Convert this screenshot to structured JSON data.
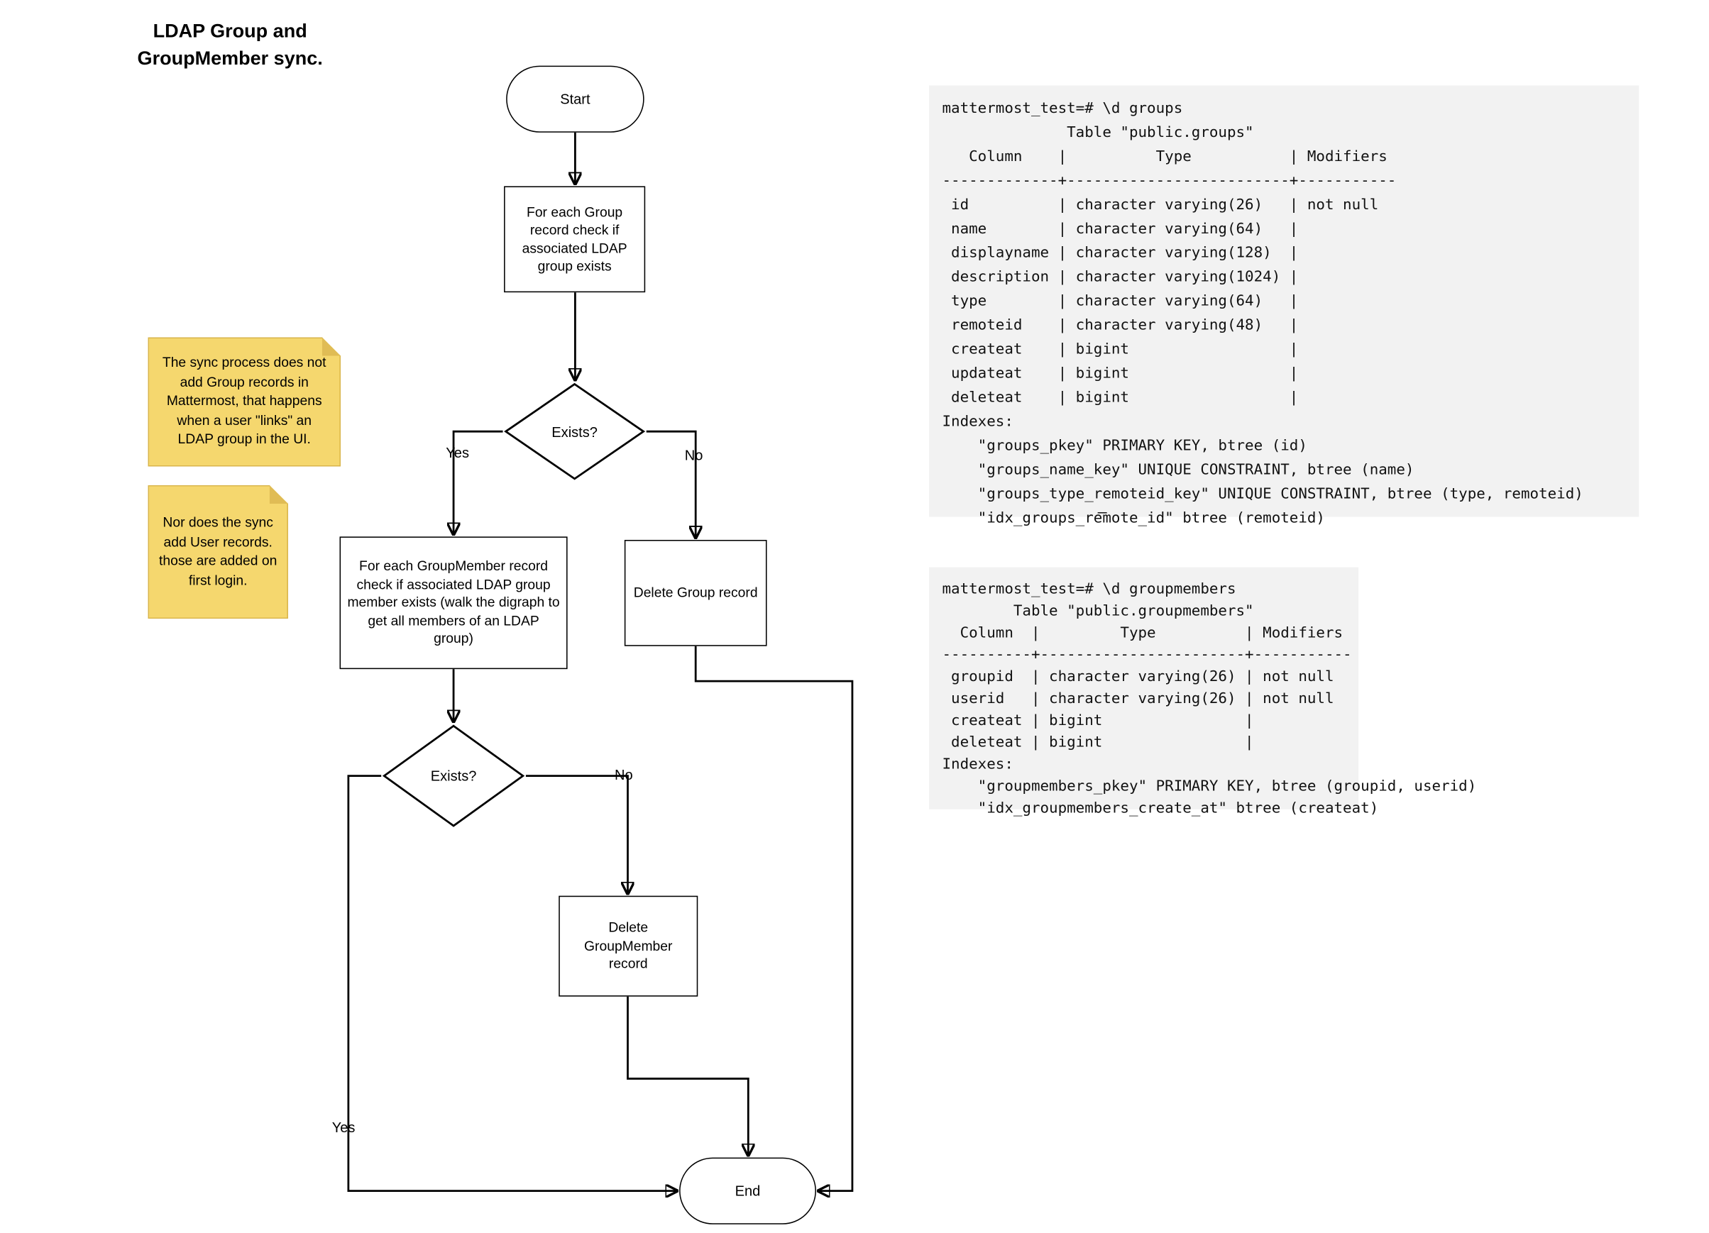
{
  "title": {
    "lines": [
      "LDAP Group and",
      "GroupMember sync."
    ]
  },
  "colors": {
    "ink": "#000000",
    "line": "#000000",
    "node-bg": "#FFFFFF",
    "note-bg": "#F5D76E",
    "note-fold": "#E0BC55",
    "note-border": "#D8B44A",
    "console-bg": "#F2F2F2"
  },
  "flowchart": {
    "nodes": {
      "start": {
        "label": "Start"
      },
      "check_group": {
        "label": "For each Group record check if associated LDAP group exists"
      },
      "exists1": {
        "label": "Exists?"
      },
      "check_groupmember": {
        "label": "For each GroupMember record check if associated LDAP group member exists (walk the digraph to get all members of an LDAP group)"
      },
      "delete_group": {
        "label": "Delete Group record"
      },
      "exists2": {
        "label": "Exists?"
      },
      "delete_groupmember": {
        "label": "Delete GroupMember record"
      },
      "end": {
        "label": "End"
      }
    },
    "edge_labels": {
      "exists1_yes": "Yes",
      "exists1_no": "No",
      "exists2_no": "No",
      "exists2_yes": "Yes"
    }
  },
  "notes": [
    {
      "text": "The sync process does not add Group records in Mattermost, that happens when a user \"links\" an LDAP group in the UI."
    },
    {
      "text": "Nor does the sync add User records. those are added on first login."
    }
  ],
  "consoles": [
    {
      "lines": [
        "mattermost_test=# \\d groups",
        "              Table \"public.groups\"",
        "   Column    |          Type           | Modifiers",
        "-------------+-------------------------+-----------",
        " id          | character varying(26)   | not null",
        " name        | character varying(64)   |",
        " displayname | character varying(128)  |",
        " description | character varying(1024) |",
        " type        | character varying(64)   |",
        " remoteid    | character varying(48)   |",
        " createat    | bigint                  |",
        " updateat    | bigint                  |",
        " deleteat    | bigint                  |",
        "Indexes:",
        "    \"groups_pkey\" PRIMARY KEY, btree (id)",
        "    \"groups_name_key\" UNIQUE CONSTRAINT, btree (name)",
        "    \"groups_type_remoteid_key\" UNIQUE CONSTRAINT, btree (type, remoteid)",
        "    \"idx_groups_remote_id\" btree (remoteid)"
      ]
    },
    {
      "lines": [
        "mattermost_test=# \\d groupmembers",
        "        Table \"public.groupmembers\"",
        "  Column  |         Type          | Modifiers",
        "----------+-----------------------+-----------",
        " groupid  | character varying(26) | not null",
        " userid   | character varying(26) | not null",
        " createat | bigint                |",
        " deleteat | bigint                |",
        "Indexes:",
        "    \"groupmembers_pkey\" PRIMARY KEY, btree (groupid, userid)",
        "    \"idx_groupmembers_create_at\" btree (createat)"
      ]
    }
  ],
  "separator_dash": "–"
}
